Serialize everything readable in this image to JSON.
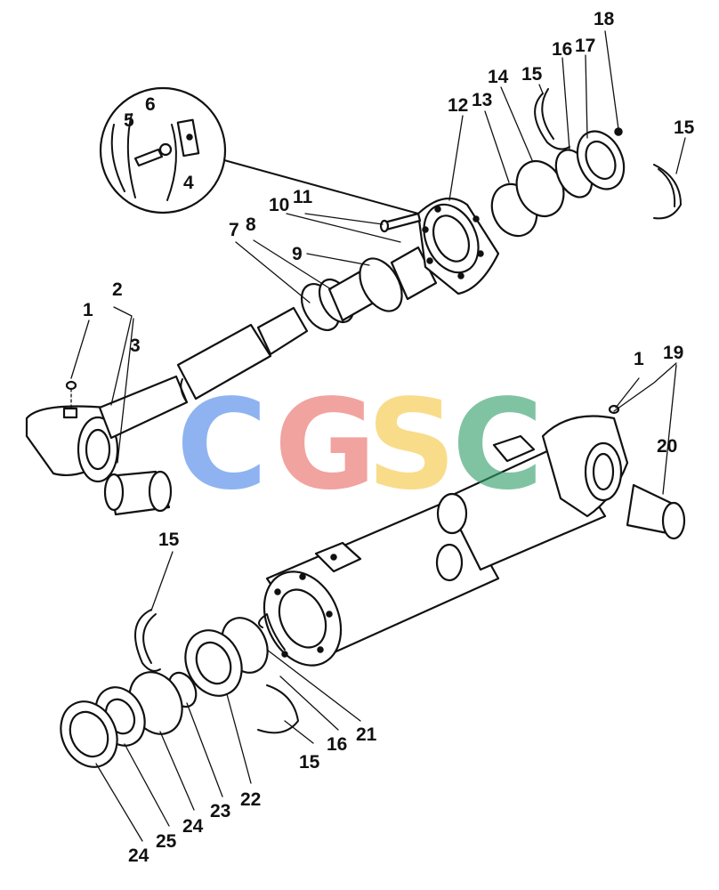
{
  "watermark": {
    "letters": [
      {
        "char": "C",
        "color": "#4a86e8"
      },
      {
        "char": "G",
        "color": "#ea6b66"
      },
      {
        "char": "S",
        "color": "#f6c744"
      },
      {
        "char": "C",
        "color": "#34a06c"
      }
    ]
  },
  "callouts": {
    "c1_top": "1",
    "c2": "2",
    "c3": "3",
    "c4": "4",
    "c5": "5",
    "c6": "6",
    "c7": "7",
    "c8": "8",
    "c9": "9",
    "c10": "10",
    "c11": "11",
    "c12": "12",
    "c13": "13",
    "c14": "14",
    "c15_a": "15",
    "c15_b": "15",
    "c16_a": "16",
    "c17": "17",
    "c18": "18",
    "c1_b": "1",
    "c19": "19",
    "c20": "20",
    "c15_c": "15",
    "c21": "21",
    "c16_b": "16",
    "c15_d": "15",
    "c22": "22",
    "c23": "23",
    "c24_a": "24",
    "c25": "25",
    "c24_b": "24"
  }
}
